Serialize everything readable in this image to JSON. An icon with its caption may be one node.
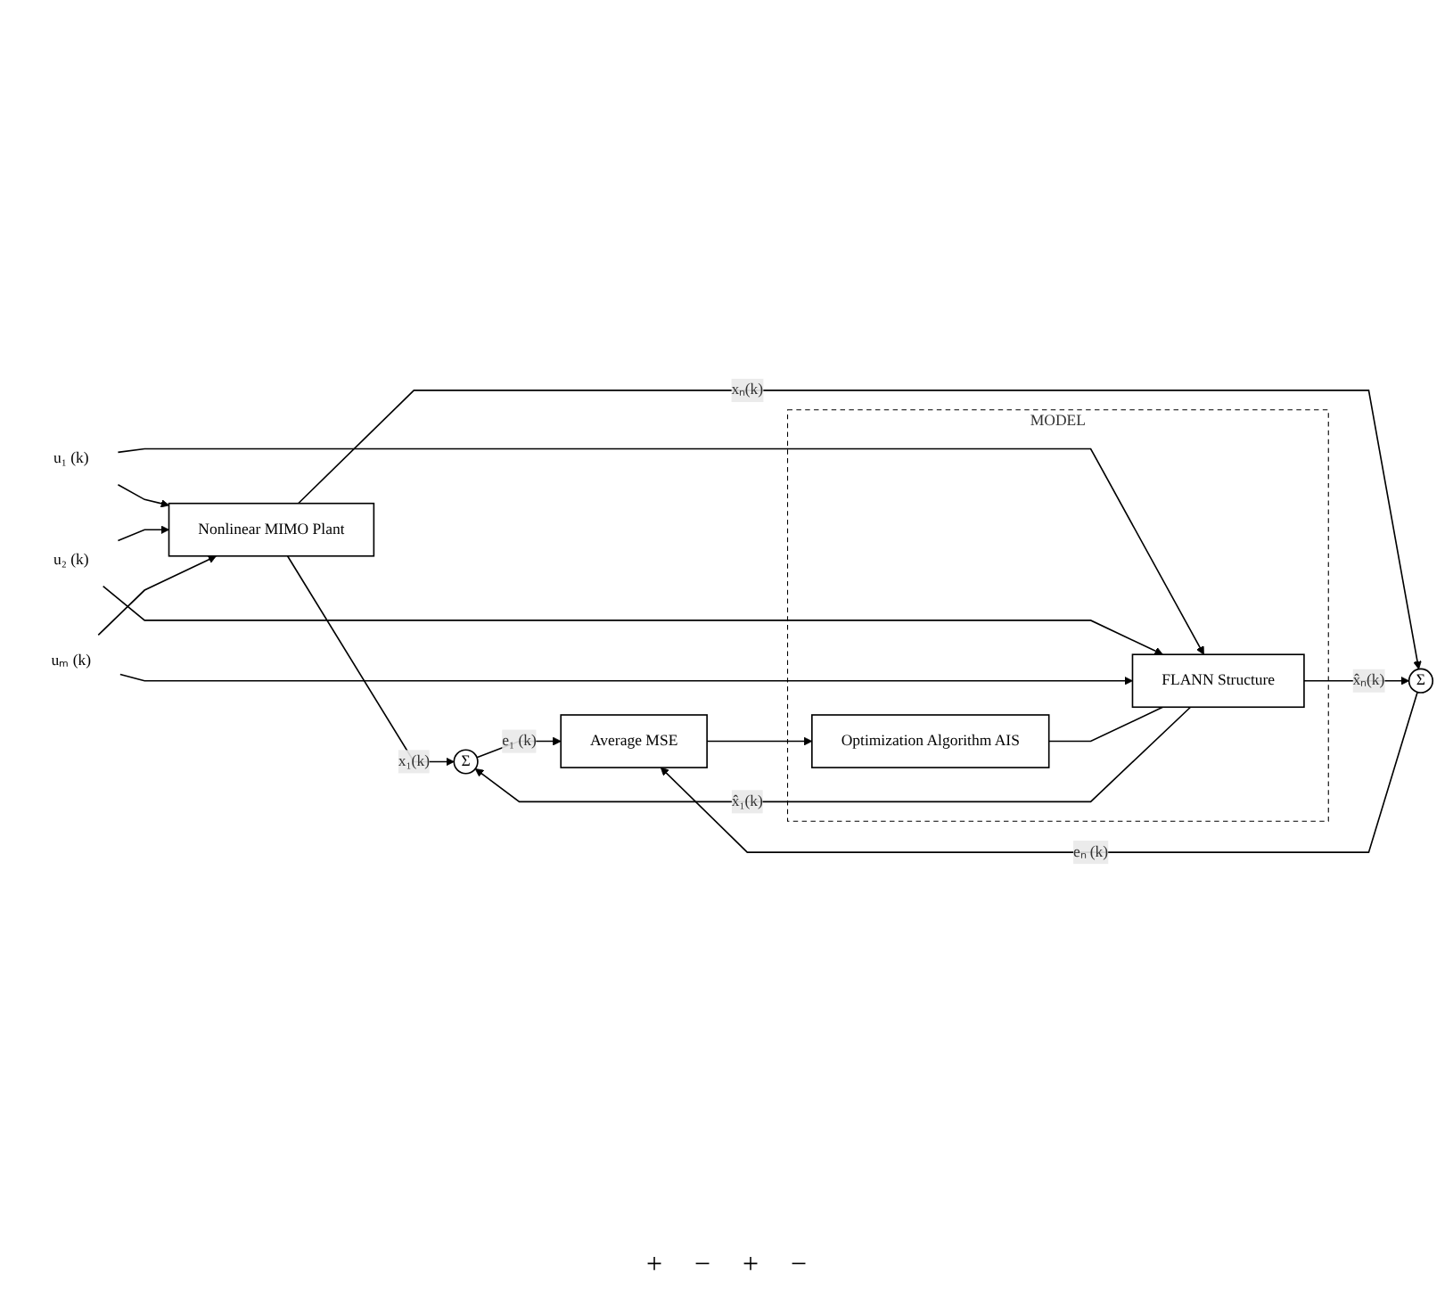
{
  "diagram": {
    "nodes": [
      {
        "text": [
          "u₁ (k)"
        ]
      },
      {
        "text": [
          "u₂ (k)"
        ]
      },
      {
        "text": [
          "uₘ (k)"
        ]
      },
      {
        "text": [
          "Nonlinear MIMO Plant"
        ]
      },
      {
        "text": [
          "Σ"
        ]
      },
      {
        "text": [
          "Σ"
        ]
      },
      {
        "text": [
          "Average MSE"
        ]
      },
      {
        "text": [
          "MODEL"
        ]
      },
      {
        "text": [
          "FLANN Structure"
        ],
        "in": 7
      },
      {
        "text": [
          "Optimization Algorithm AIS"
        ],
        "in": 7
      }
    ],
    "edges": [
      {
        "from": 0,
        "to": 3,
        "arrow": "to"
      },
      {
        "from": 0,
        "to": 8,
        "arrow": "to"
      },
      {
        "from": 1,
        "to": 3,
        "arrow": "to"
      },
      {
        "from": 1,
        "to": 8,
        "arrow": "to"
      },
      {
        "from": 2,
        "to": 3,
        "arrow": "to"
      },
      {
        "from": 2,
        "to": 8,
        "arrow": "to"
      },
      {
        "from": 3,
        "to": 4,
        "arrow": "to",
        "label": "x₁(k)"
      },
      {
        "from": 3,
        "to": 5,
        "arrow": "to",
        "label": "xₙ(k)"
      },
      {
        "from": 8,
        "to": 4,
        "arrow": "to",
        "label": "x̂₁(k)"
      },
      {
        "from": 8,
        "to": 5,
        "arrow": "to",
        "label": "x̂ₙ(k)"
      },
      {
        "from": 4,
        "to": 6,
        "arrow": "to",
        "label": "e₁ (k)"
      },
      {
        "from": 5,
        "to": 6,
        "arrow": "to",
        "label": "eₙ (k)"
      },
      {
        "from": 6,
        "to": 9,
        "arrow": "to"
      },
      {
        "from": 9,
        "to": 8,
        "arrow": "none"
      }
    ],
    "labels": [
      "+",
      "−",
      "+",
      "−"
    ]
  }
}
